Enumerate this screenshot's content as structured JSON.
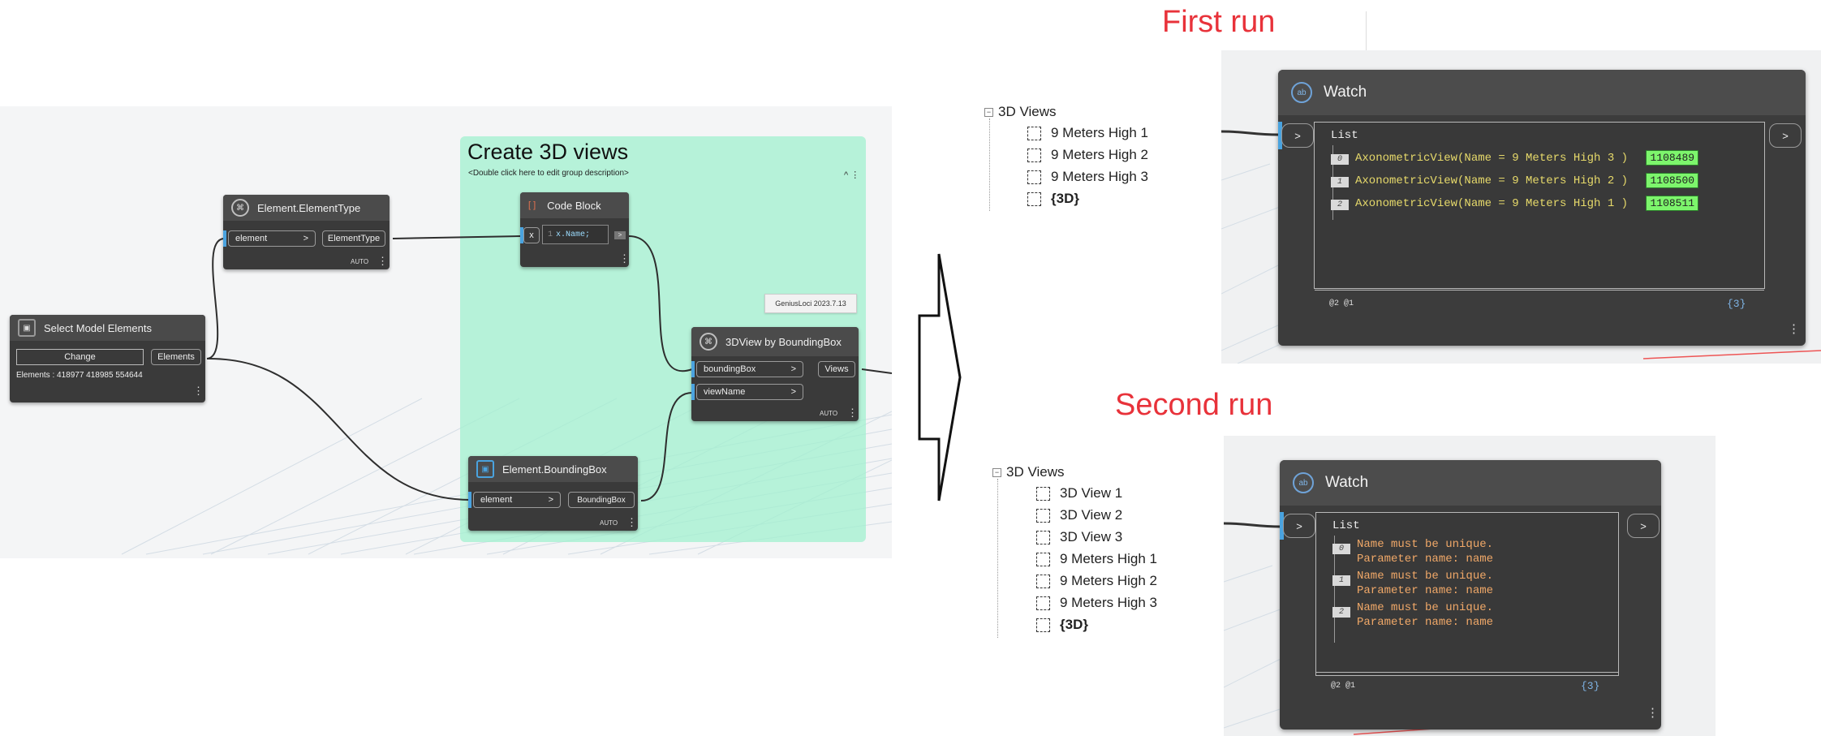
{
  "headings": {
    "first_run": "First run",
    "second_run": "Second run"
  },
  "colors": {
    "heading_red": "#e8323a",
    "group_fill": "#a8f0d2",
    "node_bg": "#3a3a3a",
    "accent_blue": "#4aa3df",
    "index_green": "#7df56c",
    "error_orange": "#f0a868"
  },
  "group": {
    "title": "Create 3D views",
    "description": "<Double click here to edit group description>",
    "collapse_glyph": "^ ⋮"
  },
  "tooltip": {
    "text": "GeniusLoci 2023.7.13"
  },
  "nodes": {
    "select_model_elements": {
      "title": "Select Model Elements",
      "button": "Change",
      "output": "Elements",
      "info": "Elements : 418977 418985 554644",
      "menu": "⋮"
    },
    "element_type": {
      "title": "Element.ElementType",
      "input": "element",
      "output": "ElementType",
      "lacing": "AUTO",
      "menu": "⋮"
    },
    "code_block": {
      "title": "Code Block",
      "icon": "[ ]",
      "input": "x",
      "line_no": "1",
      "code": "x.Name;",
      "output_glyph": ">",
      "menu": "⋮"
    },
    "view_by_bbox": {
      "title": "3DView by BoundingBox",
      "inputs": [
        "boundingBox",
        "viewName"
      ],
      "output": "Views",
      "lacing": "AUTO",
      "menu": "⋮"
    },
    "element_bbox": {
      "title": "Element.BoundingBox",
      "input": "element",
      "output": "BoundingBox",
      "lacing": "AUTO",
      "menu": "⋮"
    }
  },
  "tree_first": {
    "root": "3D Views",
    "items": [
      "9 Meters High 1",
      "9 Meters High 2",
      "9 Meters High 3",
      "{3D}"
    ]
  },
  "tree_second": {
    "root": "3D Views",
    "items": [
      "3D View 1",
      "3D View 2",
      "3D View 3",
      "9 Meters High 1",
      "9 Meters High 2",
      "9 Meters High 3",
      "{3D}"
    ]
  },
  "watch_first": {
    "title": "Watch",
    "list_label": "List",
    "rows": [
      {
        "index": "0",
        "text": "AxonometricView(Name = 9 Meters High 3 )",
        "id": "1108489"
      },
      {
        "index": "1",
        "text": "AxonometricView(Name = 9 Meters High 2 )",
        "id": "1108500"
      },
      {
        "index": "2",
        "text": "AxonometricView(Name = 9 Meters High 1 )",
        "id": "1108511"
      }
    ],
    "footer_left": "@2 @1",
    "footer_right": "{3}",
    "in_glyph": ">",
    "out_glyph": ">",
    "menu": "⋮"
  },
  "watch_second": {
    "title": "Watch",
    "list_label": "List",
    "rows": [
      {
        "index": "0",
        "line1": "Name must be unique.",
        "line2": "Parameter name: name"
      },
      {
        "index": "1",
        "line1": "Name must be unique.",
        "line2": "Parameter name: name"
      },
      {
        "index": "2",
        "line1": "Name must be unique.",
        "line2": "Parameter name: name"
      }
    ],
    "footer_left": "@2 @1",
    "footer_right": "{3}",
    "in_glyph": ">",
    "out_glyph": ">",
    "menu": "⋮"
  }
}
